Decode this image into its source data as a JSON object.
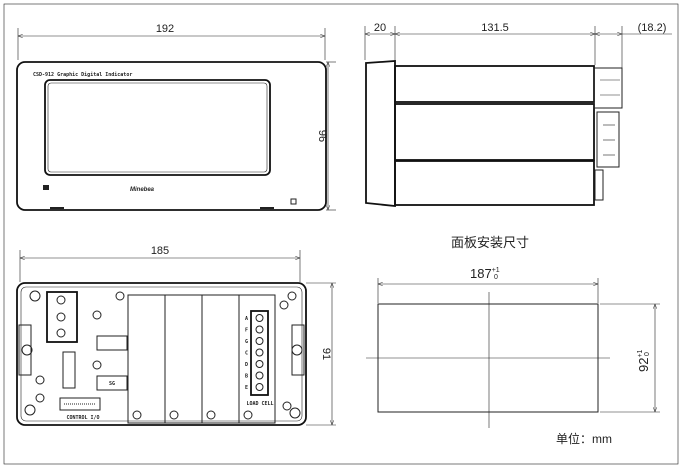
{
  "front_view": {
    "width_dim": "192",
    "height_dim": "96",
    "model_label": "CSD-912 Graphic Digital Indicator",
    "brand_logo": "Minebea"
  },
  "side_view": {
    "bezel_dim": "20",
    "body_dim": "131.5",
    "connector_dim": "(18.2)"
  },
  "rear_view": {
    "width_dim": "185",
    "height_dim": "91",
    "terminal_letters": [
      "A",
      "F",
      "G",
      "C",
      "D",
      "B",
      "E"
    ],
    "load_cell_label": "LOAD CELL",
    "control_label": "CONTROL I/O",
    "small_box_label": "SG"
  },
  "cutout": {
    "title": "面板安装尺寸",
    "width_dim": "187",
    "width_tol_upper": "+1",
    "width_tol_lower": "0",
    "height_dim": "92",
    "height_tol_upper": "+1",
    "height_tol_lower": "0",
    "unit_label": "单位：mm"
  }
}
